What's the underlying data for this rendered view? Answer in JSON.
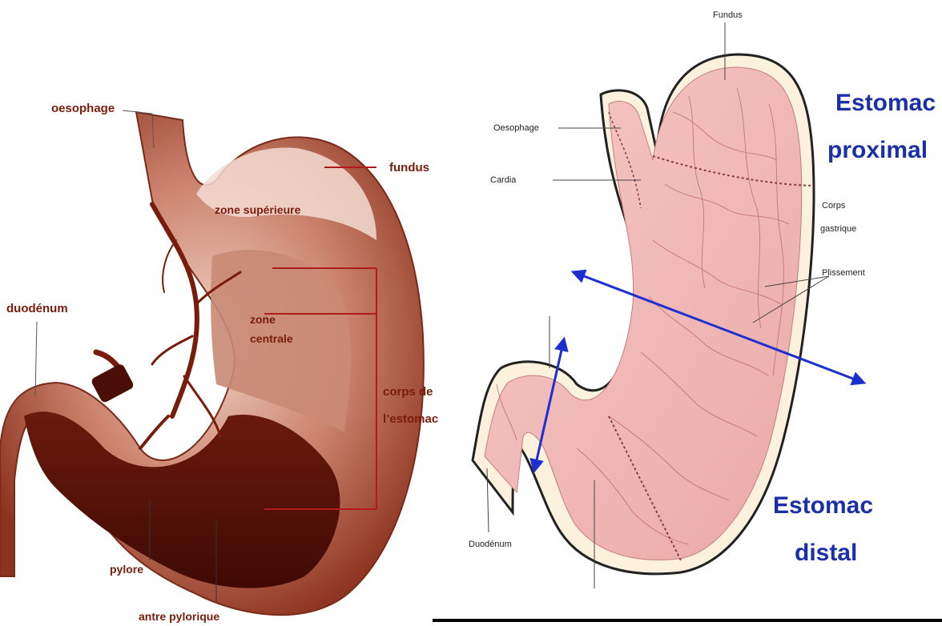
{
  "left_figure": {
    "labels": {
      "oesophage": "oesophage",
      "fundus": "fundus",
      "zone_superieure": "zone supérieure",
      "zone_centrale_line1": "zone",
      "zone_centrale_line2": "centrale",
      "duodenum": "duodénum",
      "corps_line1": "corps de",
      "corps_line2": "l’estomac",
      "pylore": "pylore",
      "antre": "antre pylorique"
    },
    "accent_color": "#b01c1c"
  },
  "right_figure": {
    "labels": {
      "fundus": "Fundus",
      "oesophage": "Oesophage",
      "cardia": "Cardia",
      "corps_line1": "Corps",
      "corps_line2": "gastrique",
      "plissement": "Plissement",
      "duodenum": "Duodénum"
    },
    "titles": {
      "proximal_line1": "Estomac",
      "proximal_line2": "proximal",
      "distal_line1": "Estomac",
      "distal_line2": "distal"
    },
    "arrow_color": "#1c2fd0",
    "title_color": "#1b2fa8"
  }
}
